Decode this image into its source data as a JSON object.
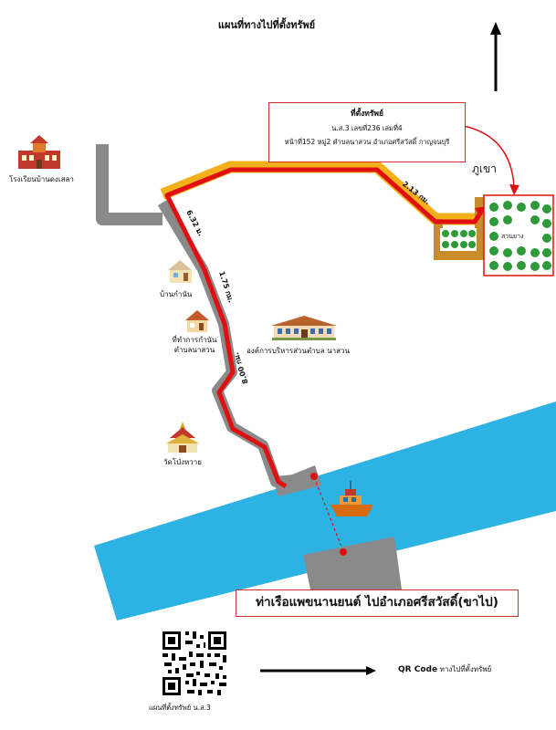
{
  "title": "แผนที่ทางไปที่ตั้งทรัพย์",
  "property_box": {
    "heading": "ที่ตั้งทรัพย์",
    "line1": "น.ส.3 เลขที่236 เล่มที่4",
    "line2": "หน้าที่152 หมู่2 ตำบลนาสวน อำเภอศรีสวัสดิ์ กาญจนบุรี"
  },
  "landmarks": {
    "school": "โรงเรียนบ้านดงเสลา",
    "headman_house": "บ้านกำนัน",
    "headman_office": "ที่ทำการกำนัน\nตำบลนาสวน",
    "sao_office": "องค์การบริหารส่วนตำบล นาสวน",
    "temple": "วัดโป่งหวาย",
    "mountain": "ภูเขา",
    "orchard": "สวนยาง"
  },
  "distances": {
    "d1": "2.13 กม.",
    "d2": "6.32 ม.",
    "d3": "1.75 กม.",
    "d4": "8.00 กม."
  },
  "pier": "ท่าเรือแพขนานยนต์ ไปอำเภอศรีสวัสดิ์(ขาไป)",
  "qr": {
    "label": "แผนที่ตั้งทรัพย์ น.ส.3",
    "link_text_bold": "QR Code",
    "link_text": "ทางไปที่ตั้งทรัพย์"
  },
  "colors": {
    "route": "#e01010",
    "road": "#8a8a8a",
    "yellow_road": "#f2b11a",
    "brown_road": "#c98c2a",
    "river": "#2db3e3",
    "tree": "#2f9a3a",
    "box_border": "#d03030"
  }
}
